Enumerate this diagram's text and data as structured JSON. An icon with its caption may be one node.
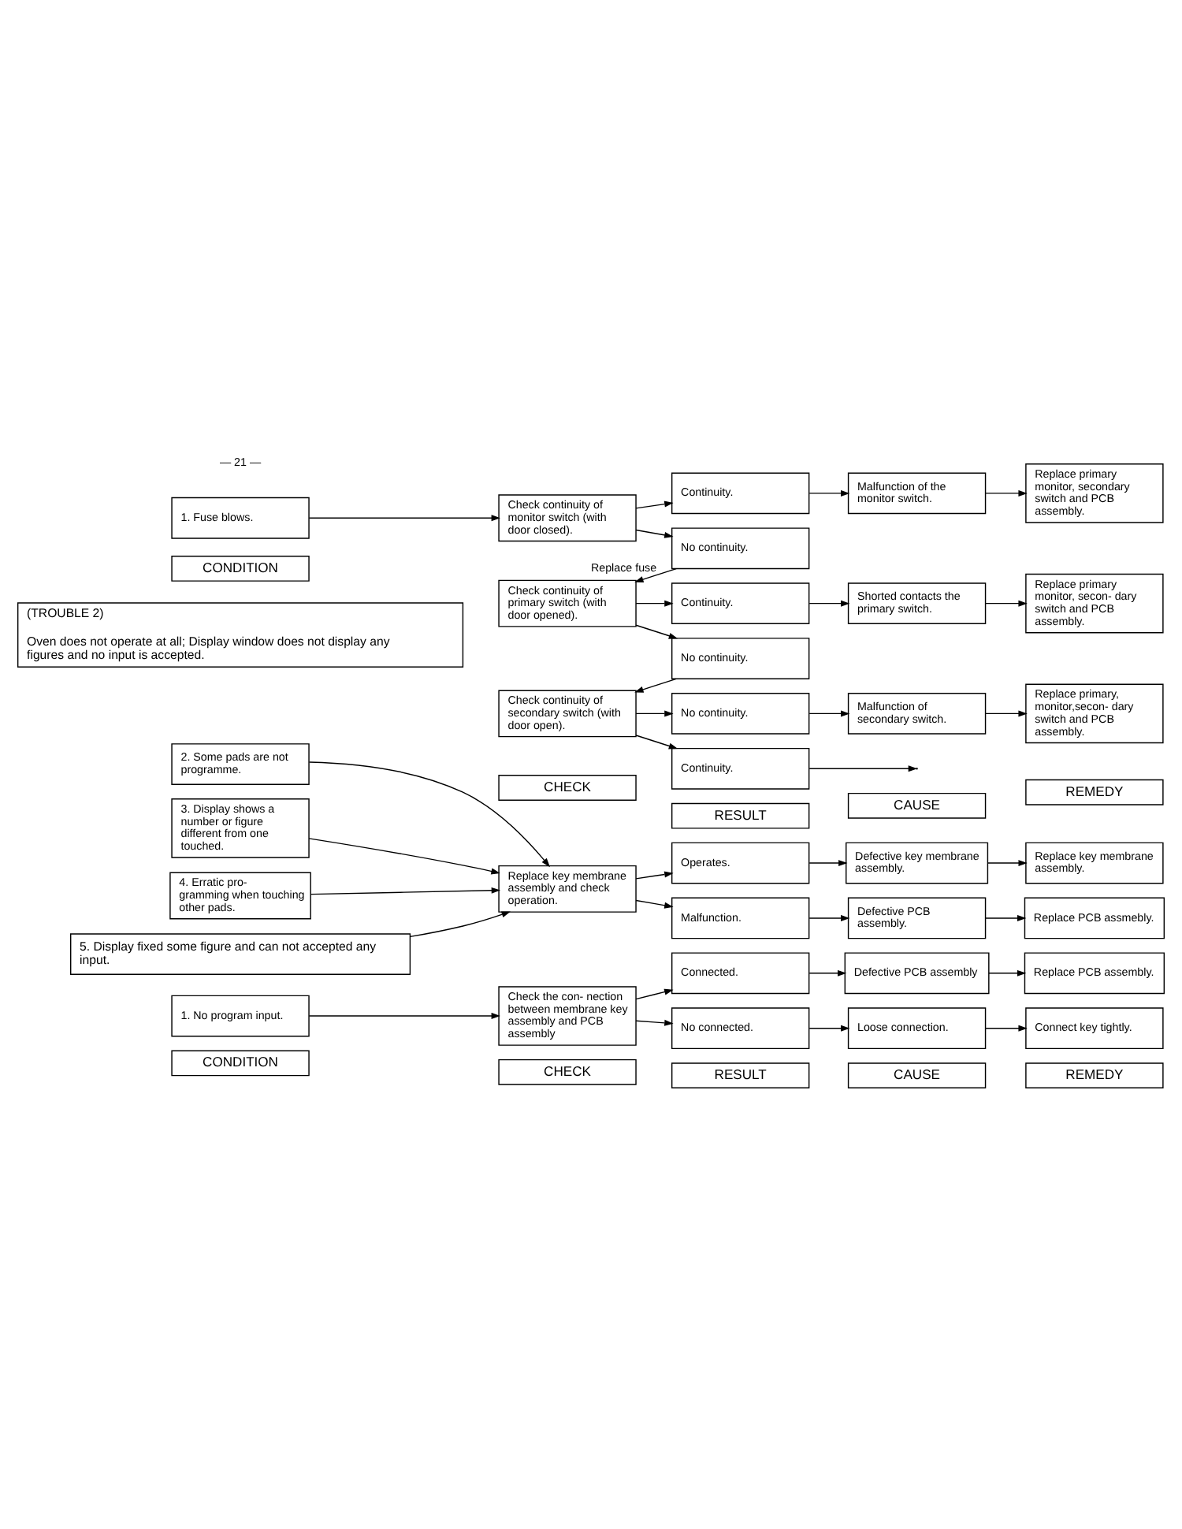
{
  "diagram": {
    "nodes": [
      {
        "text": [
          "CONDITION"
        ]
      },
      {
        "text": [
          "CHECK"
        ]
      },
      {
        "text": [
          "RESULT"
        ]
      },
      {
        "text": [
          "CAUSE"
        ]
      },
      {
        "text": [
          "REMEDY"
        ]
      },
      {
        "text": [
          "1. No program input."
        ]
      },
      {
        "text": [
          "Check the con- nection between membrane key assembly and PCB assembly"
        ]
      },
      {
        "text": [
          "Connected."
        ]
      },
      {
        "text": [
          "Defective PCB assembly"
        ]
      },
      {
        "text": [
          "Replace PCB assembly."
        ]
      },
      {
        "text": [
          "No connected."
        ]
      },
      {
        "text": [
          "Loose connection."
        ]
      },
      {
        "text": [
          "Connect key tightly."
        ]
      },
      {
        "text": [
          "2. Some pads are not programme."
        ]
      },
      {
        "text": [
          "Replace key membrane assembly and check operation."
        ]
      },
      {
        "text": [
          "Operates."
        ]
      },
      {
        "text": [
          "Defective key membrane assembly."
        ]
      },
      {
        "text": [
          "Replace key membrane assembly."
        ]
      },
      {
        "text": [
          "3. Display shows a number or figure different from one touched."
        ]
      },
      {
        "text": [
          "Malfunction."
        ]
      },
      {
        "text": [
          "Defective PCB assembly."
        ]
      },
      {
        "text": [
          "Replace PCB assmebly."
        ]
      },
      {
        "text": [
          "4. Erratic pro- gramming when touching other pads."
        ]
      },
      {
        "text": [
          "5. Display fixed some figure and can not accepted any input."
        ]
      },
      {
        "text": [
          "(TROUBLE 2)",
          "Oven does not operate at all; Display window does not display any figures and no input is accepted."
        ]
      },
      {
        "text": [
          "CONDITION"
        ]
      },
      {
        "text": [
          "CHECK"
        ]
      },
      {
        "text": [
          "RESULT"
        ]
      },
      {
        "text": [
          "CAUSE"
        ]
      },
      {
        "text": [
          "REMEDY"
        ]
      },
      {
        "text": [
          "1. Fuse blows."
        ]
      },
      {
        "text": [
          "Check continuity of monitor switch (with door closed)."
        ]
      },
      {
        "text": [
          "Continuity."
        ]
      },
      {
        "text": [
          "Malfunction of the monitor switch."
        ]
      },
      {
        "text": [
          "Replace primary monitor, secondary switch and PCB assembly."
        ]
      },
      {
        "text": [
          "No continuity."
        ]
      },
      {
        "text": [
          "Check continuity of primary switch (with door opened)."
        ]
      },
      {
        "text": [
          "Continuity."
        ]
      },
      {
        "text": [
          "Shorted contacts the primary switch."
        ]
      },
      {
        "text": [
          "Replace primary monitor, secon- dary switch and PCB assembly."
        ]
      },
      {
        "text": [
          "No continuity."
        ]
      },
      {
        "text": [
          "Check continuity of secondary switch (with door open)."
        ]
      },
      {
        "text": [
          "No continuity."
        ]
      },
      {
        "text": [
          "Malfunction of secondary switch."
        ]
      },
      {
        "text": [
          "Replace primary, monitor,secon- dary switch and PCB assembly."
        ]
      },
      {
        "text": [
          "Continuity."
        ]
      }
    ],
    "edges": [
      {
        "from": 5,
        "to": 6,
        "arrow": "to"
      },
      {
        "from": 6,
        "to": 7,
        "arrow": "to"
      },
      {
        "from": 6,
        "to": 10,
        "arrow": "to"
      },
      {
        "from": 7,
        "to": 8,
        "arrow": "to"
      },
      {
        "from": 8,
        "to": 9,
        "arrow": "to"
      },
      {
        "from": 10,
        "to": 11,
        "arrow": "to"
      },
      {
        "from": 11,
        "to": 12,
        "arrow": "to"
      },
      {
        "from": 13,
        "to": 14,
        "arrow": "to"
      },
      {
        "from": 18,
        "to": 14,
        "arrow": "to"
      },
      {
        "from": 22,
        "to": 14,
        "arrow": "to"
      },
      {
        "from": 23,
        "to": 14,
        "arrow": "to"
      },
      {
        "from": 14,
        "to": 15,
        "arrow": "to"
      },
      {
        "from": 14,
        "to": 19,
        "arrow": "to"
      },
      {
        "from": 15,
        "to": 16,
        "arrow": "to"
      },
      {
        "from": 16,
        "to": 17,
        "arrow": "to"
      },
      {
        "from": 19,
        "to": 20,
        "arrow": "to"
      },
      {
        "from": 20,
        "to": 21,
        "arrow": "to"
      },
      {
        "from": 30,
        "to": 31,
        "arrow": "to"
      },
      {
        "from": 31,
        "to": 32,
        "arrow": "to"
      },
      {
        "from": 31,
        "to": 35,
        "arrow": "to"
      },
      {
        "from": 32,
        "to": 33,
        "arrow": "to"
      },
      {
        "from": 33,
        "to": 34,
        "arrow": "to"
      },
      {
        "from": 35,
        "to": 36,
        "arrow": "to",
        "label": "Replace fuse"
      },
      {
        "from": 36,
        "to": 37,
        "arrow": "to"
      },
      {
        "from": 36,
        "to": 40,
        "arrow": "to"
      },
      {
        "from": 37,
        "to": 38,
        "arrow": "to"
      },
      {
        "from": 38,
        "to": 39,
        "arrow": "to"
      },
      {
        "from": 40,
        "to": 41,
        "arrow": "to"
      },
      {
        "from": 41,
        "to": 42,
        "arrow": "to"
      },
      {
        "from": 41,
        "to": 45,
        "arrow": "to"
      },
      {
        "from": 42,
        "to": 43,
        "arrow": "to"
      },
      {
        "from": 43,
        "to": 44,
        "arrow": "to"
      },
      {
        "from": 45,
        "to": null,
        "arrow": "to"
      }
    ],
    "labels": [
      "— 21 —"
    ]
  }
}
